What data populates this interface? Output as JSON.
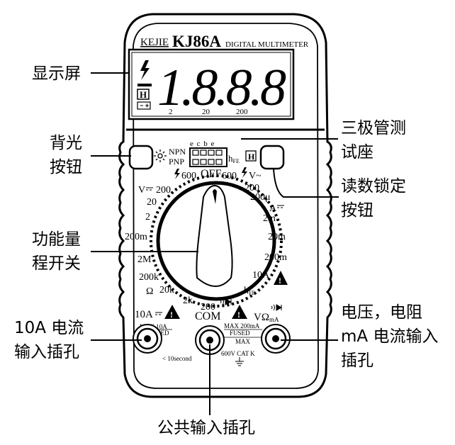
{
  "header": {
    "brand": "KEJIE",
    "model": "KJ86A",
    "subtitle": "DIGITAL MULTIMETER"
  },
  "lcd": {
    "digits": "1.8.8.8",
    "hold_mark": "H",
    "range_marks": [
      "2",
      "20",
      "200"
    ]
  },
  "transistor_socket": {
    "pins": "e c b e",
    "npn": "NPN",
    "pnp": "PNP",
    "hfe": "h",
    "hfe_sub": "FE"
  },
  "hold_badge": "H",
  "dial": {
    "off": "OFF",
    "v600_left": "600",
    "v600_right": "600",
    "v_ac": "V~",
    "v_dc": "V",
    "labels": {
      "v200_left": "200",
      "v20": "20",
      "v2": "2",
      "v200m": "200m",
      "r2M": "2M",
      "r200k": "200k",
      "ohm": "Ω",
      "r20k": "20k",
      "r2k": "2k",
      "r200": "200",
      "ac200": "200",
      "a200u": "200μ",
      "a_dc": "A",
      "a2m": "2m",
      "a20m": "20m",
      "a200m": "200m",
      "a10A": "10A",
      "hfe": "h",
      "hfe_sub": "FE"
    }
  },
  "terminals": {
    "left_label": "10A",
    "left_note_1": "MAX 10A",
    "left_note_2": "UNFUSED",
    "left_time": "< 10second",
    "com": "COM",
    "right_label": "VΩ",
    "right_label_sub": "mA",
    "right_note_1": "MAX 200mA",
    "right_note_2": "FUSED",
    "right_note_3": "MAX",
    "right_note_4": "600V CAT K",
    "warning_mark": "!"
  },
  "callouts": {
    "display": "显示屏",
    "backlight_1": "背光",
    "backlight_2": "按钮",
    "socket_1": "三极管测",
    "socket_2": "试座",
    "hold_1": "读数锁定",
    "hold_2": "按钮",
    "range_1": "功能量",
    "range_2": "程开关",
    "a10_1": "10A 电流",
    "a10_2": "输入插孔",
    "vr_1": "电压，电阻",
    "vr_2": "mA 电流输入",
    "vr_3": "插孔",
    "com": "公共输入插孔"
  }
}
